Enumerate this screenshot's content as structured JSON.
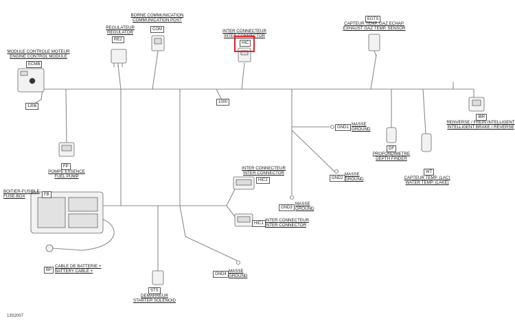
{
  "diagram": {
    "figure_id": "13S2007",
    "main_harness": "1000",
    "branch_id": "1306",
    "components": [
      {
        "code": "ECMB",
        "fr": "MODULE CONTROLE MOTEUR",
        "en": "ENGINE CONTROL MODULE"
      },
      {
        "code": "RE2",
        "fr": "REGULATEUR",
        "en": "REGULATOR"
      },
      {
        "code": "COM",
        "fr": "BORNE COMMUNICATION",
        "en": "COMMUNICATION POST"
      },
      {
        "code": "HIC",
        "fr": "INTER CONNECTEUR",
        "en": "INTER CONNECTOR"
      },
      {
        "code": "EGTS",
        "fr": "CAPTEUR TEMP. GAZ ECHAP.",
        "en": "EXHAUST GAZ TEMP. SENSOR"
      },
      {
        "code": "IBR",
        "fr": "RENVERSE / FREIN INTELLIGENT",
        "en": "INTELLIGENT BRAKE / REVERSE"
      },
      {
        "code": "GND1",
        "fr": "MASSE",
        "en": "GROUND"
      },
      {
        "code": "DF",
        "fr": "PROFONDIMETRE",
        "en": "DEPTH FINDER"
      },
      {
        "code": "WT",
        "fr": "CAPTEUR TEMP. (LAC)",
        "en": "WATER TEMP. (LAKE)"
      },
      {
        "code": "FP",
        "fr": "POMPE ESSENCE",
        "en": "FUEL PUMP"
      },
      {
        "code": "HIC2",
        "fr": "INTER CONNECTEUR",
        "en": "INTER CONNECTOR"
      },
      {
        "code": "GND2",
        "fr": "MASSE",
        "en": "GROUND"
      },
      {
        "code": "FB",
        "fr": "BOITIER-FUSIBLE",
        "en": "FUSE-BOX"
      },
      {
        "code": "GND3",
        "fr": "MASSE",
        "en": "GROUND"
      },
      {
        "code": "HIC1",
        "fr": "INTER CONNECTEUR",
        "en": "INTER CONNECTOR"
      },
      {
        "code": "BP",
        "fr": "CABLE DE BATTERIE +",
        "en": "BATTERY CABLE +"
      },
      {
        "code": "STS",
        "fr": "DEMARREUR",
        "en": "STARTER SOLENOID"
      },
      {
        "code": "GND4",
        "fr": "MASSE",
        "en": "GROUND"
      }
    ],
    "highlight_color": "#e0202a",
    "wire_color": "#8a8a8a"
  }
}
